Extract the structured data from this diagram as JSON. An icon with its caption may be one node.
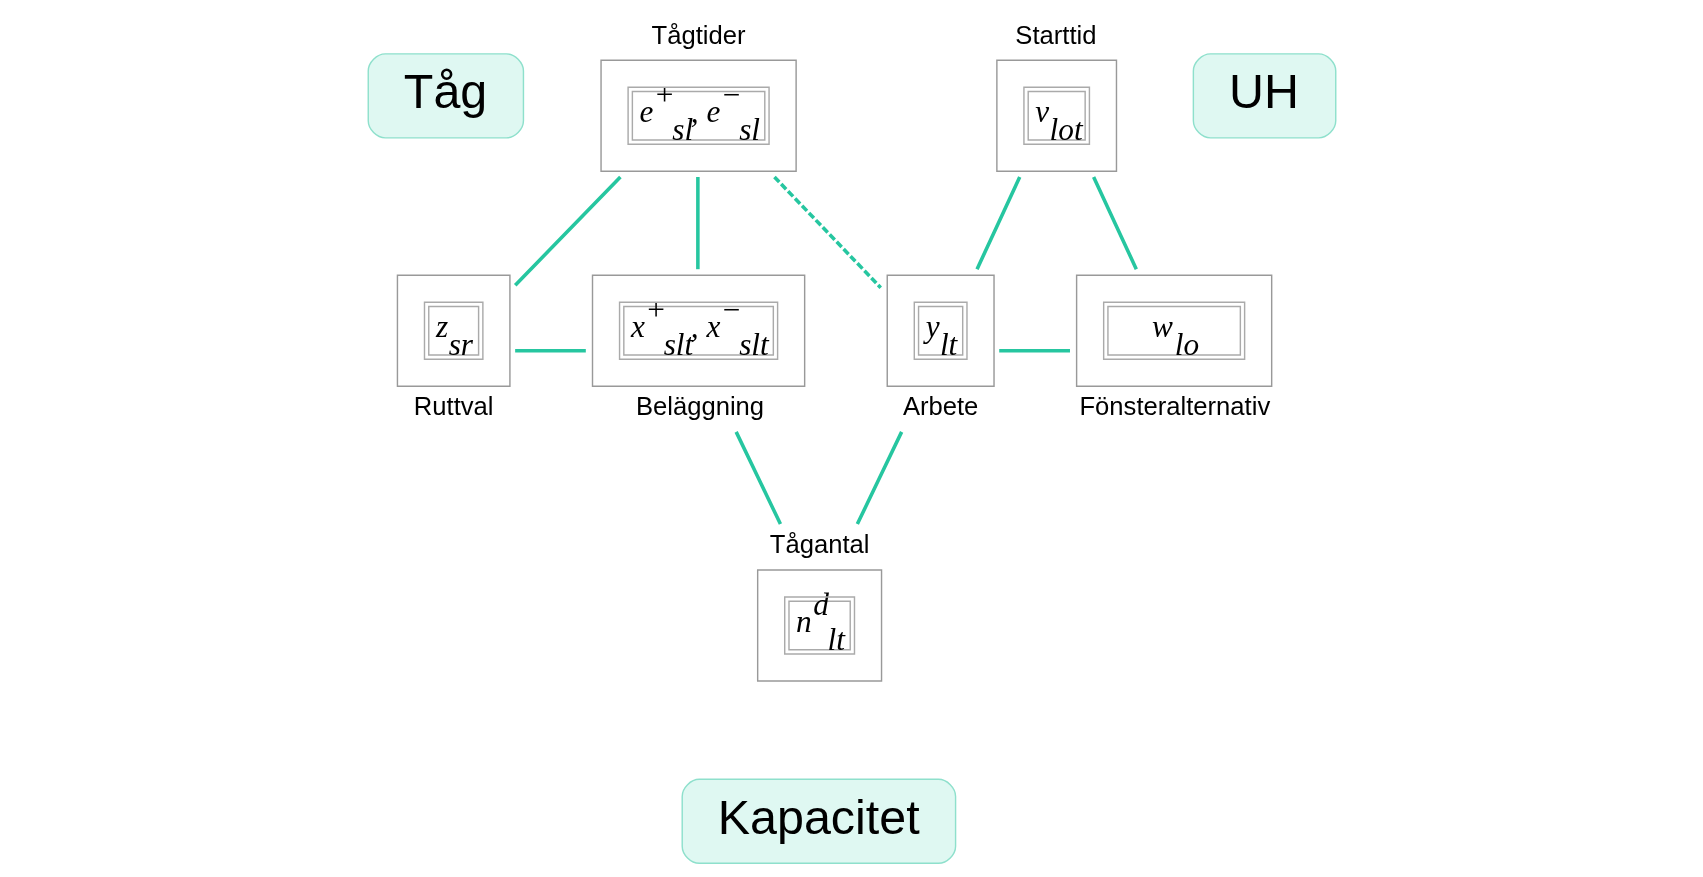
{
  "diagram": {
    "nodes": [
      {
        "text": [
          "Tåg"
        ]
      },
      {
        "text": [
          "UH"
        ]
      },
      {
        "text": [
          "Kapacitet"
        ]
      },
      {
        "text": [
          "e$^{+}$$_{sl}$, e$^{−}$$_{sl}$"
        ],
        "beside": [
          "Tågtider"
        ]
      },
      {
        "text": [
          "v$_{lot}$"
        ],
        "beside": [
          "Starttid"
        ]
      },
      {
        "text": [
          "z$_{sr}$"
        ],
        "beside": [
          "Ruttval"
        ]
      },
      {
        "text": [
          "x$^{+}$$_{slt}$, x$^{−}$$_{slt}$"
        ],
        "beside": [
          "Beläggning"
        ]
      },
      {
        "text": [
          "y$_{lt}$"
        ],
        "beside": [
          "Arbete"
        ]
      },
      {
        "text": [
          "w$_{lo}$"
        ],
        "beside": [
          "Fönsteralternativ"
        ]
      },
      {
        "text": [
          "n$^{d}$$_{lt}$"
        ],
        "beside": [
          "Tågantal"
        ]
      }
    ],
    "edges": [
      {
        "from": 3,
        "to": 5,
        "arrow": "none"
      },
      {
        "from": 3,
        "to": 6,
        "arrow": "none"
      },
      {
        "from": 3,
        "to": 7,
        "arrow": "none",
        "style": "dashed"
      },
      {
        "from": 4,
        "to": 7,
        "arrow": "none"
      },
      {
        "from": 4,
        "to": 8,
        "arrow": "none"
      },
      {
        "from": 5,
        "to": 6,
        "arrow": "none"
      },
      {
        "from": 7,
        "to": 8,
        "arrow": "none"
      },
      {
        "from": 6,
        "to": 9,
        "arrow": "none"
      },
      {
        "from": 9,
        "to": 7,
        "arrow": "none"
      }
    ]
  }
}
